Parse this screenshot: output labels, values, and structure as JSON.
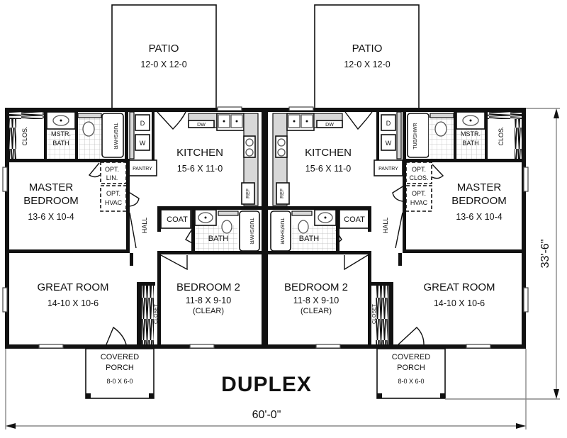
{
  "title": "DUPLEX",
  "dimensions": {
    "width": "60'-0\"",
    "depth": "33'-6\""
  },
  "units": {
    "left": {
      "patio": {
        "name": "PATIO",
        "size": "12-0 X 12-0"
      },
      "kitchen": {
        "name": "KITCHEN",
        "size": "15-6 X 11-0"
      },
      "master_bedroom": {
        "name1": "MASTER",
        "name2": "BEDROOM",
        "size": "13-6 X 10-4"
      },
      "master_bath": {
        "name1": "MSTR.",
        "name2": "BATH"
      },
      "master_closet": "CLOS.",
      "tub_shower_master": "TUB/SHWR",
      "dryer": "D",
      "washer": "W",
      "pantry": "PANTRY",
      "dishwasher": "DW",
      "refrigerator": "REF",
      "opt_linen": {
        "line1": "OPT.",
        "line2": "LIN."
      },
      "opt_hvac": {
        "line1": "OPT.",
        "line2": "HVAC"
      },
      "hall": "HALL",
      "coat": "COAT",
      "bath": "BATH",
      "tub_shower_bath": "TUB/SHWR",
      "great_room": {
        "name": "GREAT ROOM",
        "size": "14-10 X 10-6"
      },
      "bedroom2": {
        "name": "BEDROOM 2",
        "size": "11-8 X 9-10",
        "note": "(CLEAR)"
      },
      "closet": "CLOSET",
      "covered_porch": {
        "name1": "COVERED",
        "name2": "PORCH",
        "size": "8-0 X 6-0"
      }
    },
    "right": {
      "patio": {
        "name": "PATIO",
        "size": "12-0 X 12-0"
      },
      "kitchen": {
        "name": "KITCHEN",
        "size": "15-6 X 11-0"
      },
      "master_bedroom": {
        "name1": "MASTER",
        "name2": "BEDROOM",
        "size": "13-6 X 10-4"
      },
      "master_bath": {
        "name1": "MSTR.",
        "name2": "BATH"
      },
      "master_closet": "CLOS.",
      "tub_shower_master": "TUB/SHWR",
      "dryer": "D",
      "washer": "W",
      "pantry": "PANTRY",
      "dishwasher": "DW",
      "refrigerator": "REF",
      "opt_closet": {
        "line1": "OPT.",
        "line2": "CLOS."
      },
      "opt_hvac": {
        "line1": "OPT.",
        "line2": "HVAC"
      },
      "hall": "HALL",
      "coat": "COAT",
      "bath": "BATH",
      "tub_shower_bath": "TUB/SHWR",
      "great_room": {
        "name": "GREAT ROOM",
        "size": "14-10 X 10-6"
      },
      "bedroom2": {
        "name": "BEDROOM 2",
        "size": "11-8 X 9-10",
        "note": "(CLEAR)"
      },
      "closet": "CLOSET",
      "covered_porch": {
        "name1": "COVERED",
        "name2": "PORCH",
        "size": "8-0 X 6-0"
      }
    }
  }
}
